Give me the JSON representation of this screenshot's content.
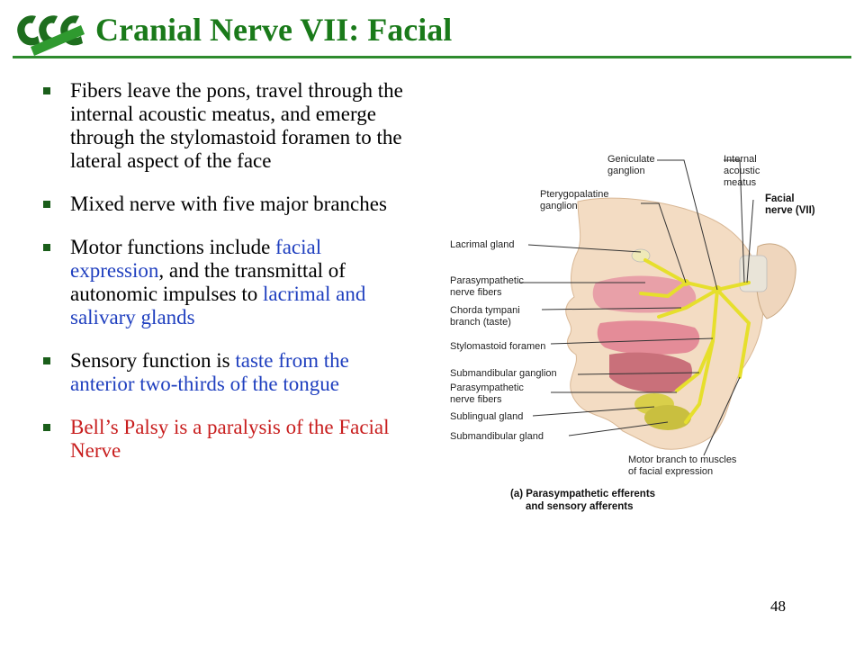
{
  "slide": {
    "logo_icon": "ccc-logo-icon",
    "title": "Cranial Nerve VII: Facial",
    "page_number": "48",
    "bullets": [
      {
        "segments": [
          {
            "text": "Fibers leave the pons, travel through the internal acoustic meatus, and emerge through the stylomastoid foramen to the lateral aspect of the face",
            "color": "black"
          }
        ]
      },
      {
        "segments": [
          {
            "text": "Mixed nerve with five major branches",
            "color": "black"
          }
        ]
      },
      {
        "segments": [
          {
            "text": "Motor functions include ",
            "color": "black"
          },
          {
            "text": "facial expression",
            "color": "blue"
          },
          {
            "text": ", and the transmittal of autonomic impulses to ",
            "color": "black"
          },
          {
            "text": "lacrimal and salivary glands",
            "color": "blue"
          }
        ]
      },
      {
        "segments": [
          {
            "text": "Sensory function is ",
            "color": "black"
          },
          {
            "text": "taste from the anterior two-thirds of the tongue",
            "color": "blue"
          }
        ]
      },
      {
        "segments": [
          {
            "text": "Bell’s Palsy is a paralysis of the Facial Nerve",
            "color": "red"
          }
        ]
      }
    ]
  },
  "figure": {
    "labels": {
      "geniculate": [
        "Geniculate",
        "ganglion"
      ],
      "internal": [
        "Internal",
        "acoustic",
        "meatus"
      ],
      "facial_nerve": [
        "Facial",
        "nerve (VII)"
      ],
      "pterygopalatine": [
        "Pterygopalatine",
        "ganglion"
      ],
      "lacrimal": [
        "Lacrimal gland"
      ],
      "parasympathetic_1": [
        "Parasympathetic",
        "nerve fibers"
      ],
      "chorda": [
        "Chorda tympani",
        "branch (taste)"
      ],
      "stylomastoid": [
        "Stylomastoid foramen"
      ],
      "submandibular_ganglion": [
        "Submandibular ganglion"
      ],
      "parasympathetic_2": [
        "Parasympathetic",
        "nerve fibers"
      ],
      "sublingual": [
        "Sublingual gland"
      ],
      "submandibular_gland": [
        "Submandibular gland"
      ],
      "motor_branch": [
        "Motor branch to muscles",
        "of facial expression"
      ]
    },
    "caption": [
      "(a) Parasympathetic efferents",
      "and sensory afferents"
    ]
  },
  "colors": {
    "title": "#1a7a1a",
    "rule": "#2e8b2e",
    "blue_text": "#1f3fbf",
    "red_text": "#c81e1e",
    "nerve": "#e6df2c",
    "skin": "#f3dcc3",
    "mucosa": "#e8a0a8"
  }
}
